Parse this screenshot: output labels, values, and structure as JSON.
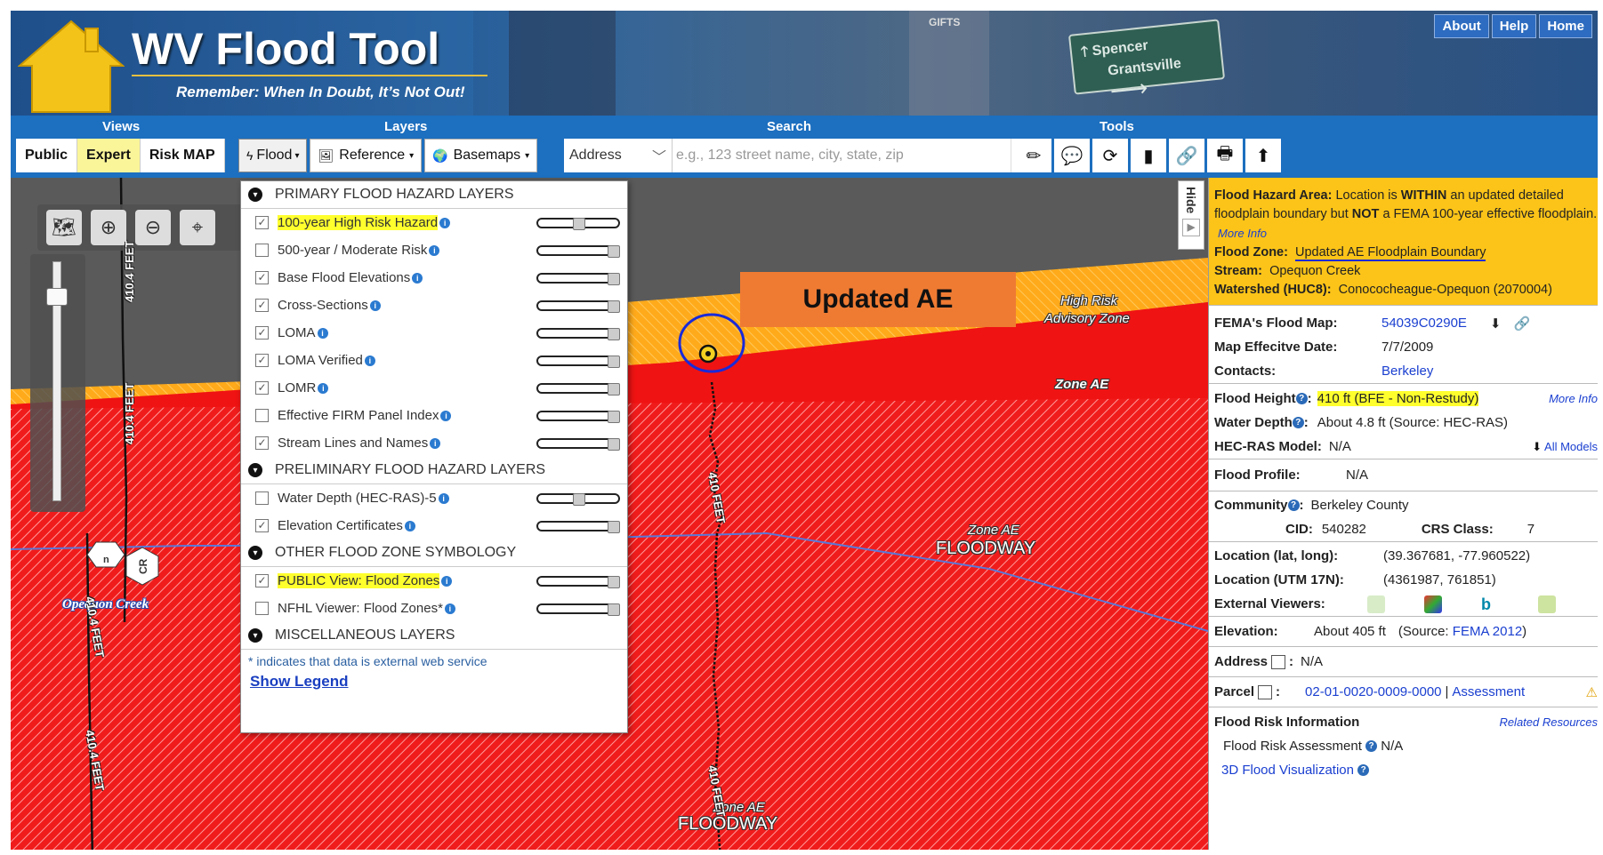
{
  "header": {
    "title": "WV Flood Tool",
    "tagline": "Remember: When In Doubt, It’s Not Out!",
    "sign_line1": "Spencer",
    "sign_line2": "Grantsville",
    "building_sign": "GIFTS",
    "links": [
      "About",
      "Help",
      "Home"
    ]
  },
  "toolbar": {
    "views_label": "Views",
    "layers_label": "Layers",
    "search_label": "Search",
    "tools_label": "Tools",
    "views": [
      "Public",
      "Expert",
      "Risk MAP"
    ],
    "active_view": "Expert",
    "layer_buttons": [
      {
        "label": "Flood",
        "icon": "lightning-icon"
      },
      {
        "label": "Reference",
        "icon": "image-icon"
      },
      {
        "label": "Basemaps",
        "icon": "globe-icon"
      }
    ],
    "search_type": "Address",
    "search_placeholder": "e.g., 123 street name, city, state, zip",
    "tools": [
      "pencil-icon",
      "comment-icon",
      "refresh-icon",
      "book-icon",
      "link-icon",
      "print-icon",
      "upload-icon"
    ]
  },
  "map": {
    "overlay_label": "Updated AE",
    "labels": {
      "high_risk_1": "High Risk",
      "high_risk_2": "Advisory Zone",
      "zone_ae_1": "Zone AE",
      "zone_ae_2": "Zone AE",
      "floodway_1": "FLOODWAY",
      "zone_ae_3": "Zone AE",
      "floodway_2": "FLOODWAY",
      "creek": "Opequon Creek",
      "feet_1": "410.4 FEET",
      "feet_2": "410.4 FEET",
      "feet_3": "410 FEET",
      "feet_4": "410.4 FEET",
      "feet_5": "410.4 FEET",
      "feet_6": "410 FEET",
      "route_cr": "CR",
      "route_n": "n"
    }
  },
  "layers_panel": {
    "sections": [
      {
        "title": "PRIMARY FLOOD HAZARD LAYERS",
        "items": [
          {
            "label": "100-year High Risk Hazard",
            "checked": true,
            "highlight": true,
            "opacity": 0.5
          },
          {
            "label": "500-year / Moderate Risk",
            "checked": false,
            "highlight": false,
            "opacity": 1
          },
          {
            "label": "Base Flood Elevations",
            "checked": true,
            "highlight": false,
            "opacity": 1
          },
          {
            "label": "Cross-Sections",
            "checked": true,
            "highlight": false,
            "opacity": 1
          },
          {
            "label": "LOMA",
            "checked": true,
            "highlight": false,
            "opacity": 1
          },
          {
            "label": "LOMA Verified",
            "checked": true,
            "highlight": false,
            "opacity": 1
          },
          {
            "label": "LOMR",
            "checked": true,
            "highlight": false,
            "opacity": 1
          },
          {
            "label": "Effective FIRM Panel Index",
            "checked": false,
            "highlight": false,
            "opacity": 1
          },
          {
            "label": "Stream Lines and Names",
            "checked": true,
            "highlight": false,
            "opacity": 1
          }
        ]
      },
      {
        "title": "PRELIMINARY FLOOD HAZARD LAYERS",
        "items": [
          {
            "label": "Water Depth (HEC-RAS)-5",
            "checked": false,
            "highlight": false,
            "opacity": 0.5
          },
          {
            "label": "Elevation Certificates",
            "checked": true,
            "highlight": false,
            "opacity": 1
          }
        ]
      },
      {
        "title": "OTHER FLOOD ZONE SYMBOLOGY",
        "items": [
          {
            "label": "PUBLIC View: Flood Zones",
            "checked": true,
            "highlight": true,
            "opacity": 1
          },
          {
            "label": "NFHL Viewer: Flood Zones*",
            "checked": false,
            "highlight": false,
            "opacity": 1
          }
        ]
      },
      {
        "title": "MISCELLANEOUS LAYERS",
        "items": []
      }
    ],
    "note": "* indicates that data is external web service",
    "legend_link": "Show Legend"
  },
  "hide_tab": "Hide",
  "info_panel": {
    "hazard": {
      "label": "Flood Hazard Area:",
      "text_1": "Location is",
      "within": "WITHIN",
      "text_2": "an updated detailed floodplain boundary but",
      "not": "NOT",
      "text_3": "a FEMA 100-year effective floodplain.",
      "more_info": "More Info",
      "zone_label": "Flood Zone:",
      "zone_value": "Updated AE Floodplain Boundary",
      "stream_label": "Stream:",
      "stream_value": "Opequon Creek",
      "watershed_label": "Watershed (HUC8):",
      "watershed_value": "Conococheague-Opequon (2070004)"
    },
    "fema_map_label": "FEMA's Flood Map:",
    "fema_map_value": "54039C0290E",
    "map_date_label": "Map Effecitve Date:",
    "map_date_value": "7/7/2009",
    "contacts_label": "Contacts:",
    "contacts_value": "Berkeley",
    "flood_height_label": "Flood Height",
    "flood_height_value": "410 ft (BFE - Non-Restudy)",
    "more_info": "More Info",
    "water_depth_label": "Water Depth",
    "water_depth_value": "About 4.8 ft (Source: HEC-RAS)",
    "hecras_label": "HEC-RAS Model:",
    "hecras_value": "N/A",
    "all_models": "All Models",
    "profile_label": "Flood Profile:",
    "profile_value": "N/A",
    "community_label": "Community",
    "community_value": "Berkeley County",
    "cid_label": "CID:",
    "cid_value": "540282",
    "crs_label": "CRS Class:",
    "crs_value": "7",
    "latlong_label": "Location (lat, long):",
    "latlong_value": "(39.367681, -77.960522)",
    "utm_label": "Location (UTM 17N):",
    "utm_value": "(4361987, 761851)",
    "external_label": "External Viewers:",
    "elevation_label": "Elevation:",
    "elevation_value": "About 405 ft",
    "elevation_source_1": "(Source:",
    "elevation_source_link": "FEMA 2012",
    "elevation_source_2": ")",
    "address_label": "Address",
    "address_value": "N/A",
    "parcel_label": "Parcel",
    "parcel_value": "02-01-0020-0009-0000",
    "parcel_sep": "|",
    "assessment": "Assessment",
    "risk_info_label": "Flood Risk Information",
    "related": "Related Resources",
    "risk_assessment_label": "Flood Risk Assessment",
    "risk_assessment_value": "N/A",
    "viz_link": "3D Flood Visualization"
  }
}
